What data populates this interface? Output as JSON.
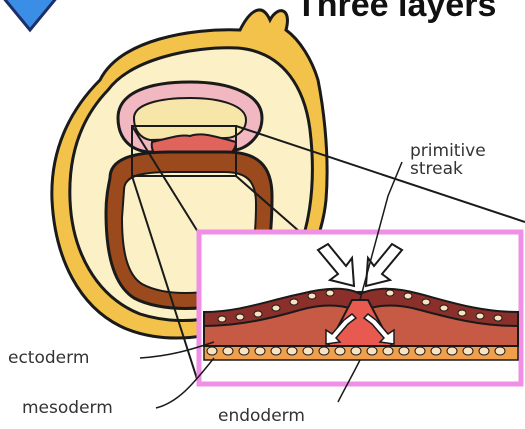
{
  "title": "Three layers",
  "labels": {
    "primitive_streak_line1": "primitive",
    "primitive_streak_line2": "streak",
    "ectoderm": "ectoderm",
    "mesoderm": "mesoderm",
    "endoderm": "endoderm"
  },
  "colors": {
    "arrow_blue": "#3a8ee6",
    "outer_ring": "#f2c24a",
    "yolk": "#fbf0c6",
    "amnion_pink": "#f2b8c2",
    "inner_cavity": "#f6e6a9",
    "brown_sac": "#9a4a1c",
    "disc_red": "#e0645c",
    "inset_border": "#ef8fe6"
  },
  "icons": [
    "down-arrow-icon",
    "inward-arrow-icon",
    "migration-arrow-icon"
  ]
}
